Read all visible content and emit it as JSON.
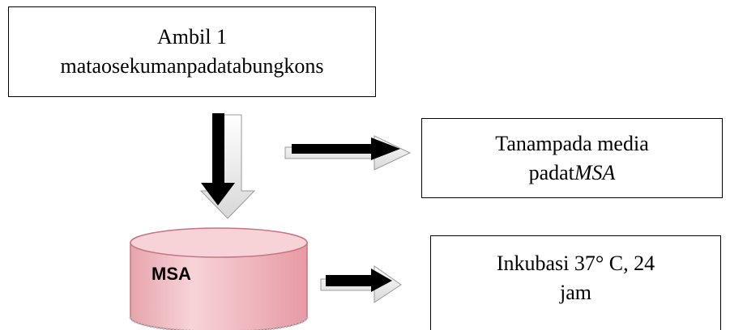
{
  "steps": {
    "step1": {
      "line1": "Ambil 1",
      "line2": "mataosekumanpadatabungkons"
    },
    "step2": {
      "line1": "Tanampada media",
      "line2_prefix": "padat",
      "line2_italic": "MSA"
    },
    "step3": {
      "line1": "Inkubasi 37° C, 24",
      "line2": "jam"
    }
  },
  "medium": {
    "label": "MSA",
    "color": "#f3c6cb",
    "rim_color": "#c77580"
  },
  "arrow_color": "#000000"
}
